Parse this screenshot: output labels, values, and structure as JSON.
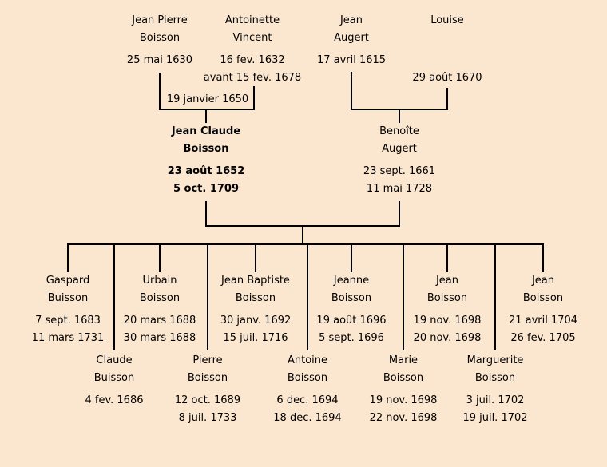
{
  "colors": {
    "background": "#fbe7cf",
    "line": "#000000",
    "text": "#000000"
  },
  "marriage1": {
    "date": "19 janvier 1650"
  },
  "gen1": [
    {
      "name1": "Jean Pierre",
      "name2": "Boisson",
      "date1": "25 mai 1630",
      "date2": ""
    },
    {
      "name1": "Antoinette",
      "name2": "Vincent",
      "date1": "16 fev. 1632",
      "date2": "avant 15 fev. 1678"
    },
    {
      "name1": "Jean",
      "name2": "Augert",
      "date1": "17 avril 1615",
      "date2": ""
    },
    {
      "name1": "Louise",
      "name2": "",
      "date1": "",
      "date2": "29 août 1670"
    }
  ],
  "gen2": [
    {
      "name1": "Jean Claude",
      "name2": "Boisson",
      "date1": "23 août 1652",
      "date2": "5 oct. 1709"
    },
    {
      "name1": "Benoîte",
      "name2": "Augert",
      "date1": "23 sept. 1661",
      "date2": "11 mai 1728"
    }
  ],
  "gen3_row1": [
    {
      "name1": "Gaspard",
      "name2": "Buisson",
      "date1": "7 sept. 1683",
      "date2": "11 mars 1731"
    },
    {
      "name1": "Urbain",
      "name2": "Boisson",
      "date1": "20 mars 1688",
      "date2": "30 mars 1688"
    },
    {
      "name1": "Jean Baptiste",
      "name2": "Boisson",
      "date1": "30 janv. 1692",
      "date2": "15 juil. 1716"
    },
    {
      "name1": "Jeanne",
      "name2": "Boisson",
      "date1": "19 août 1696",
      "date2": "5 sept. 1696"
    },
    {
      "name1": "Jean",
      "name2": "Boisson",
      "date1": "19 nov. 1698",
      "date2": "20 nov. 1698"
    },
    {
      "name1": "Jean",
      "name2": "Boisson",
      "date1": "21 avril 1704",
      "date2": "26 fev. 1705"
    }
  ],
  "gen3_row2": [
    {
      "name1": "Claude",
      "name2": "Buisson",
      "date1": "4 fev. 1686",
      "date2": ""
    },
    {
      "name1": "Pierre",
      "name2": "Boisson",
      "date1": "12 oct. 1689",
      "date2": "8 juil. 1733"
    },
    {
      "name1": "Antoine",
      "name2": "Boisson",
      "date1": "6 dec. 1694",
      "date2": "18 dec. 1694"
    },
    {
      "name1": "Marie",
      "name2": "Boisson",
      "date1": "19 nov. 1698",
      "date2": "22 nov. 1698"
    },
    {
      "name1": "Marguerite",
      "name2": "Boisson",
      "date1": "3 juil. 1702",
      "date2": "19 juil. 1702"
    }
  ]
}
